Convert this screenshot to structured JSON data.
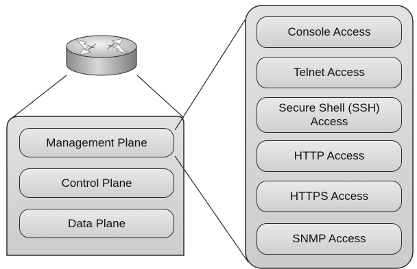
{
  "router": {
    "icon": "router-icon"
  },
  "router_planes": [
    {
      "label": "Management Plane"
    },
    {
      "label": "Control Plane"
    },
    {
      "label": "Data Plane"
    }
  ],
  "management_access_methods": [
    {
      "label": "Console Access"
    },
    {
      "label": "Telnet Access"
    },
    {
      "label": "Secure Shell (SSH) Access"
    },
    {
      "label": "HTTP Access"
    },
    {
      "label": "HTTPS Access"
    },
    {
      "label": "SNMP Access"
    }
  ],
  "colors": {
    "panel_fill": "#d9d9d9",
    "pill_fill": "#dcdcdc",
    "outline": "#2a2a2a"
  }
}
